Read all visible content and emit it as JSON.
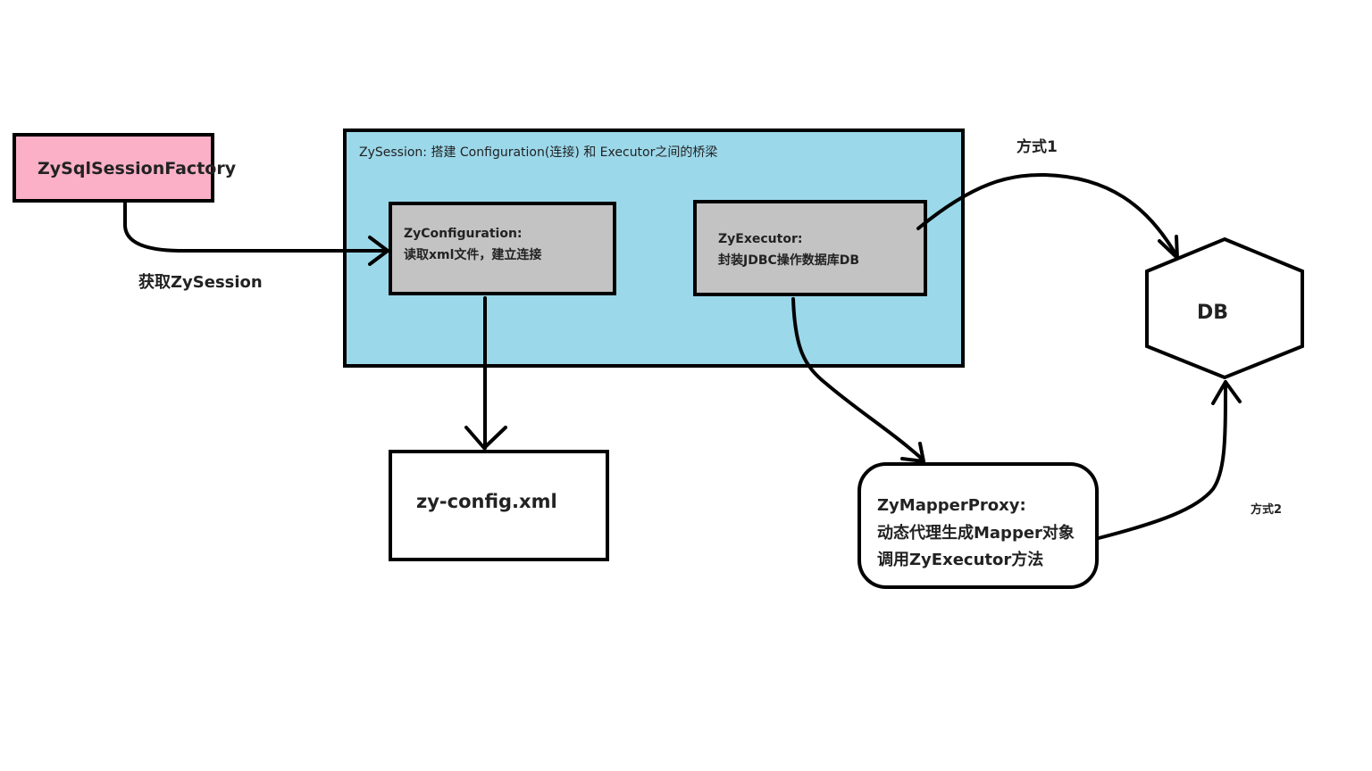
{
  "colors": {
    "factory_fill": "#fbb0c8",
    "session_fill": "#9bd8ea",
    "inner_fill": "#c3c3c3",
    "stroke": "#000000",
    "background": "#ffffff"
  },
  "nodes": {
    "factory": {
      "label": "ZySqlSessionFactory"
    },
    "session": {
      "label": "ZySession: 搭建 Configuration(连接) 和 Executor之间的桥梁"
    },
    "configuration": {
      "title": "ZyConfiguration:",
      "desc": "读取xml文件，建立连接"
    },
    "executor": {
      "title": "ZyExecutor:",
      "desc": "封装JDBC操作数据库DB"
    },
    "config_file": {
      "label": "zy-config.xml"
    },
    "mapper_proxy": {
      "title": "ZyMapperProxy:",
      "line1": "动态代理生成Mapper对象",
      "line2": "调用ZyExecutor方法"
    },
    "db": {
      "label": "DB"
    }
  },
  "edges": {
    "get_session": {
      "label": "获取ZySession"
    },
    "way1": {
      "label": "方式1"
    },
    "way2": {
      "label": "方式2"
    }
  }
}
